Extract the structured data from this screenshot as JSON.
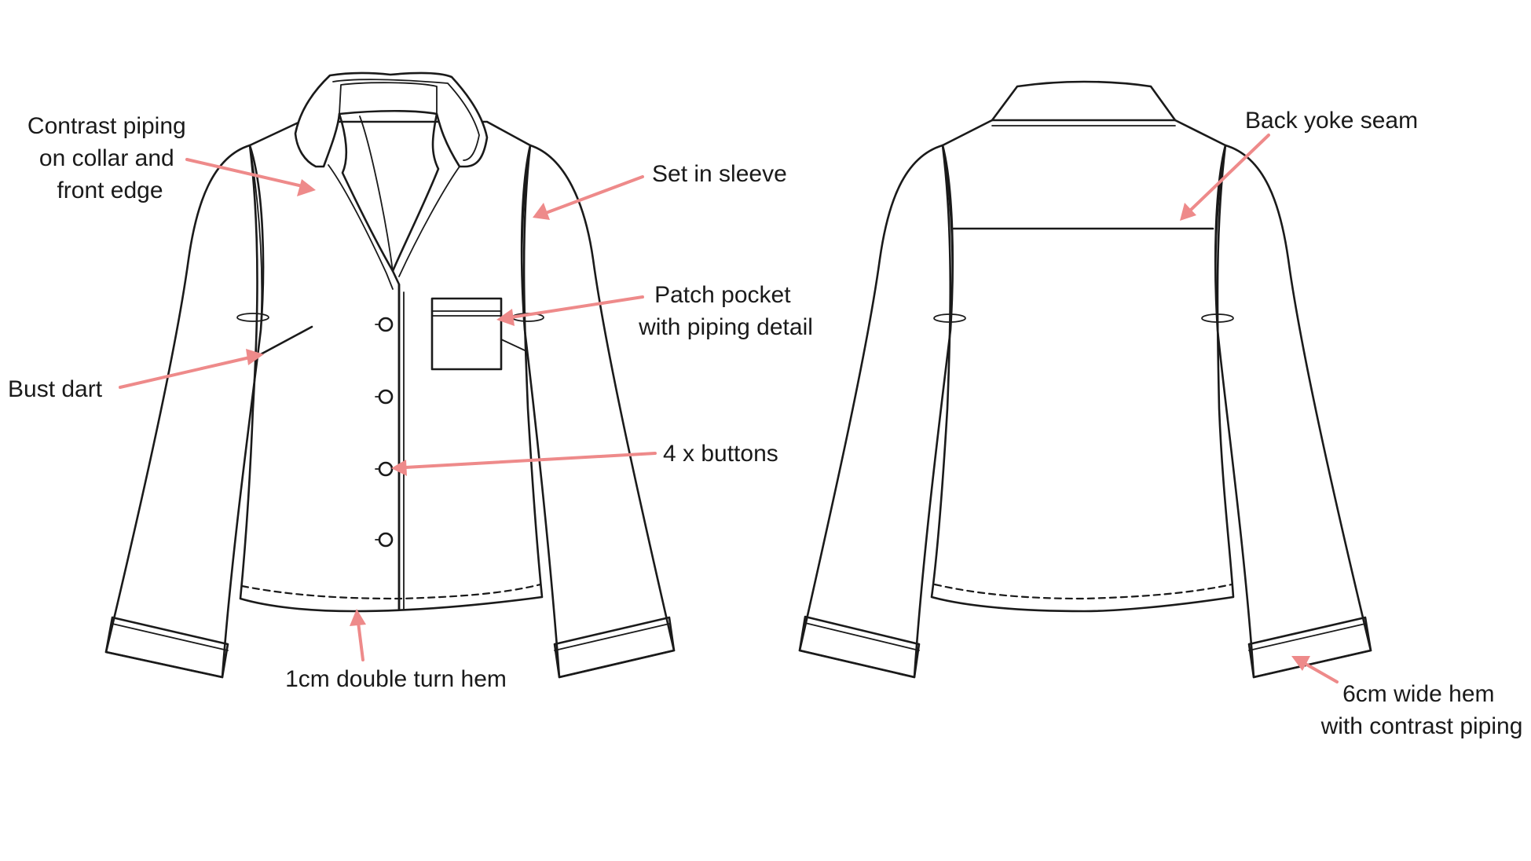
{
  "colors": {
    "line": "#1a1a1a",
    "arrow": "#ee8a8a",
    "background": "#ffffff"
  },
  "labels": {
    "contrast_piping": [
      "Contrast piping",
      "on collar and",
      "front edge"
    ],
    "set_in_sleeve": [
      "Set in sleeve"
    ],
    "patch_pocket": [
      "Patch pocket",
      "with piping detail"
    ],
    "bust_dart": [
      "Bust dart"
    ],
    "buttons": [
      "4 x buttons"
    ],
    "hem_front": [
      "1cm double turn hem"
    ],
    "back_yoke": [
      "Back yoke seam"
    ],
    "wide_hem": [
      "6cm wide hem",
      "with contrast piping"
    ]
  }
}
